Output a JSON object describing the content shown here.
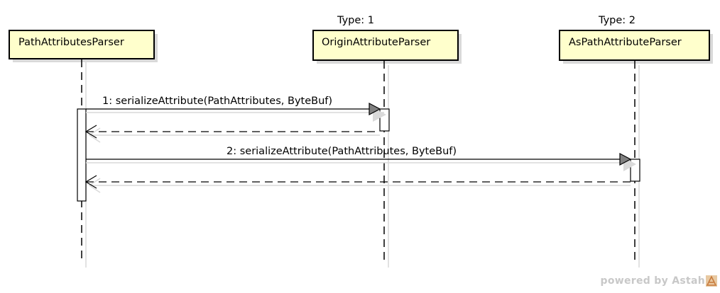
{
  "lifelines": [
    {
      "id": "path",
      "name": "PathAttributesParser",
      "stereotype": ""
    },
    {
      "id": "origin",
      "name": "OriginAttributeParser",
      "stereotype": "Type: 1"
    },
    {
      "id": "aspath",
      "name": "AsPathAttributeParser",
      "stereotype": "Type: 2"
    }
  ],
  "messages": [
    {
      "label": "1: serializeAttribute(PathAttributes, ByteBuf)",
      "from": "path",
      "to": "origin",
      "kind": "call"
    },
    {
      "label": "",
      "from": "origin",
      "to": "path",
      "kind": "return"
    },
    {
      "label": "2: serializeAttribute(PathAttributes, ByteBuf)",
      "from": "path",
      "to": "aspath",
      "kind": "call"
    },
    {
      "label": "",
      "from": "aspath",
      "to": "path",
      "kind": "return"
    }
  ],
  "colors": {
    "box_fill": "#ffffcc",
    "box_border": "#000000",
    "shadow": "#d9d9d9",
    "line": "#000000",
    "arrow_fill": "#808080",
    "watermark": "#c8c8c8"
  },
  "watermark": {
    "text": "powered by Astah",
    "icon": "astah-logo-icon"
  }
}
